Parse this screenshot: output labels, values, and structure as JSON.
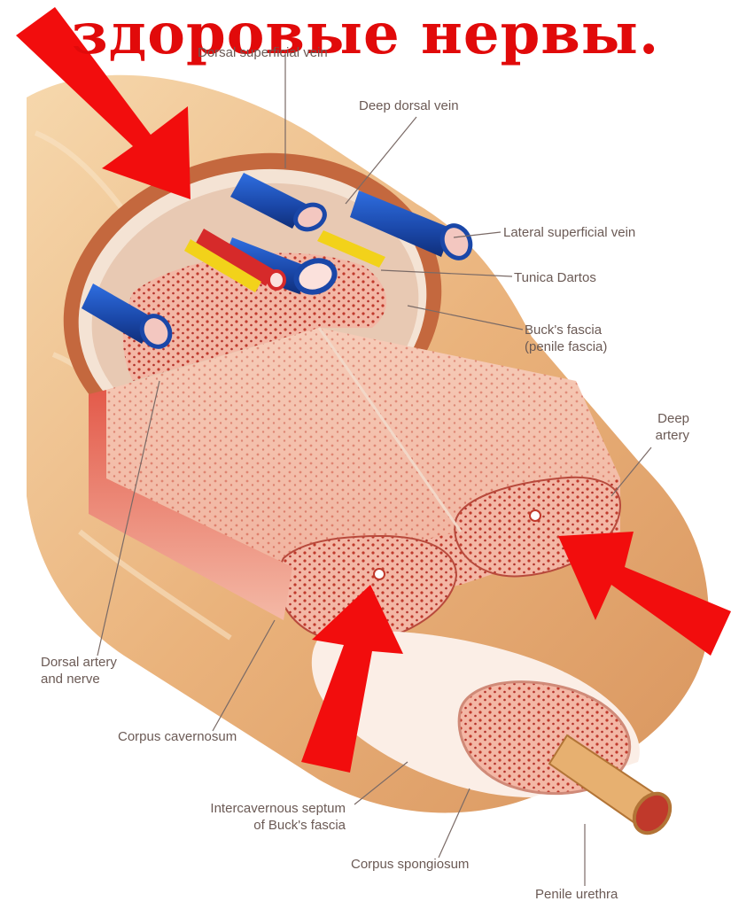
{
  "title": "здоровые нервы.",
  "labels": {
    "dorsal_superficial_vein": "Dorsal superficial vein",
    "deep_dorsal_vein": "Deep dorsal vein",
    "lateral_superficial_vein": "Lateral superficial vein",
    "tunica_dartos": "Tunica Dartos",
    "bucks_fascia": "Buck's fascia\n(penile fascia)",
    "deep_artery": "Deep\nartery",
    "dorsal_artery_nerve": "Dorsal artery\nand nerve",
    "corpus_cavernosum": "Corpus cavernosum",
    "intercavernous_septum": "Intercavernous septum\nof Buck's fascia",
    "corpus_spongiosum": "Corpus spongiosum",
    "penile_urethra": "Penile urethra"
  },
  "colors": {
    "title": "#e10a0a",
    "arrow": "#f20d0d",
    "vein": "#1f4fb8",
    "artery": "#d62a2a",
    "nerve": "#f2d21a",
    "tissue": "#f2b8a6",
    "skin": "#f0c48c"
  }
}
